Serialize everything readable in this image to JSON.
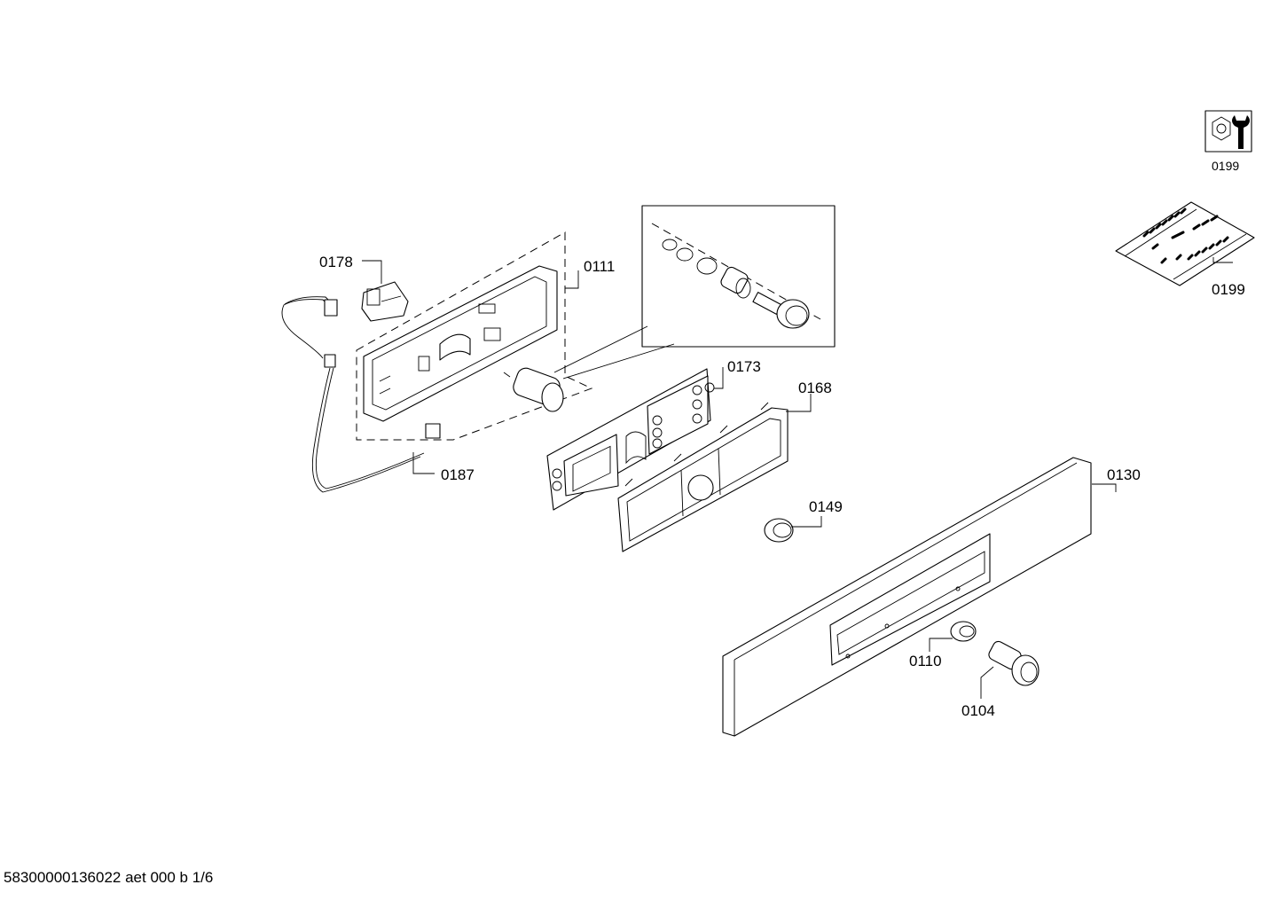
{
  "callouts": {
    "c0178": "0178",
    "c0111": "0111",
    "c0187": "0187",
    "c0173": "0173",
    "c0168": "0168",
    "c0149": "0149",
    "c0130": "0130",
    "c0110": "0110",
    "c0104": "0104",
    "c0199_tool": "0199",
    "c0199_bag": "0199"
  },
  "footer": {
    "doc_id": "58300000136022 aet 000 b 1/6"
  },
  "icons": {
    "tool_icon": "wrench-and-nut-icon"
  }
}
